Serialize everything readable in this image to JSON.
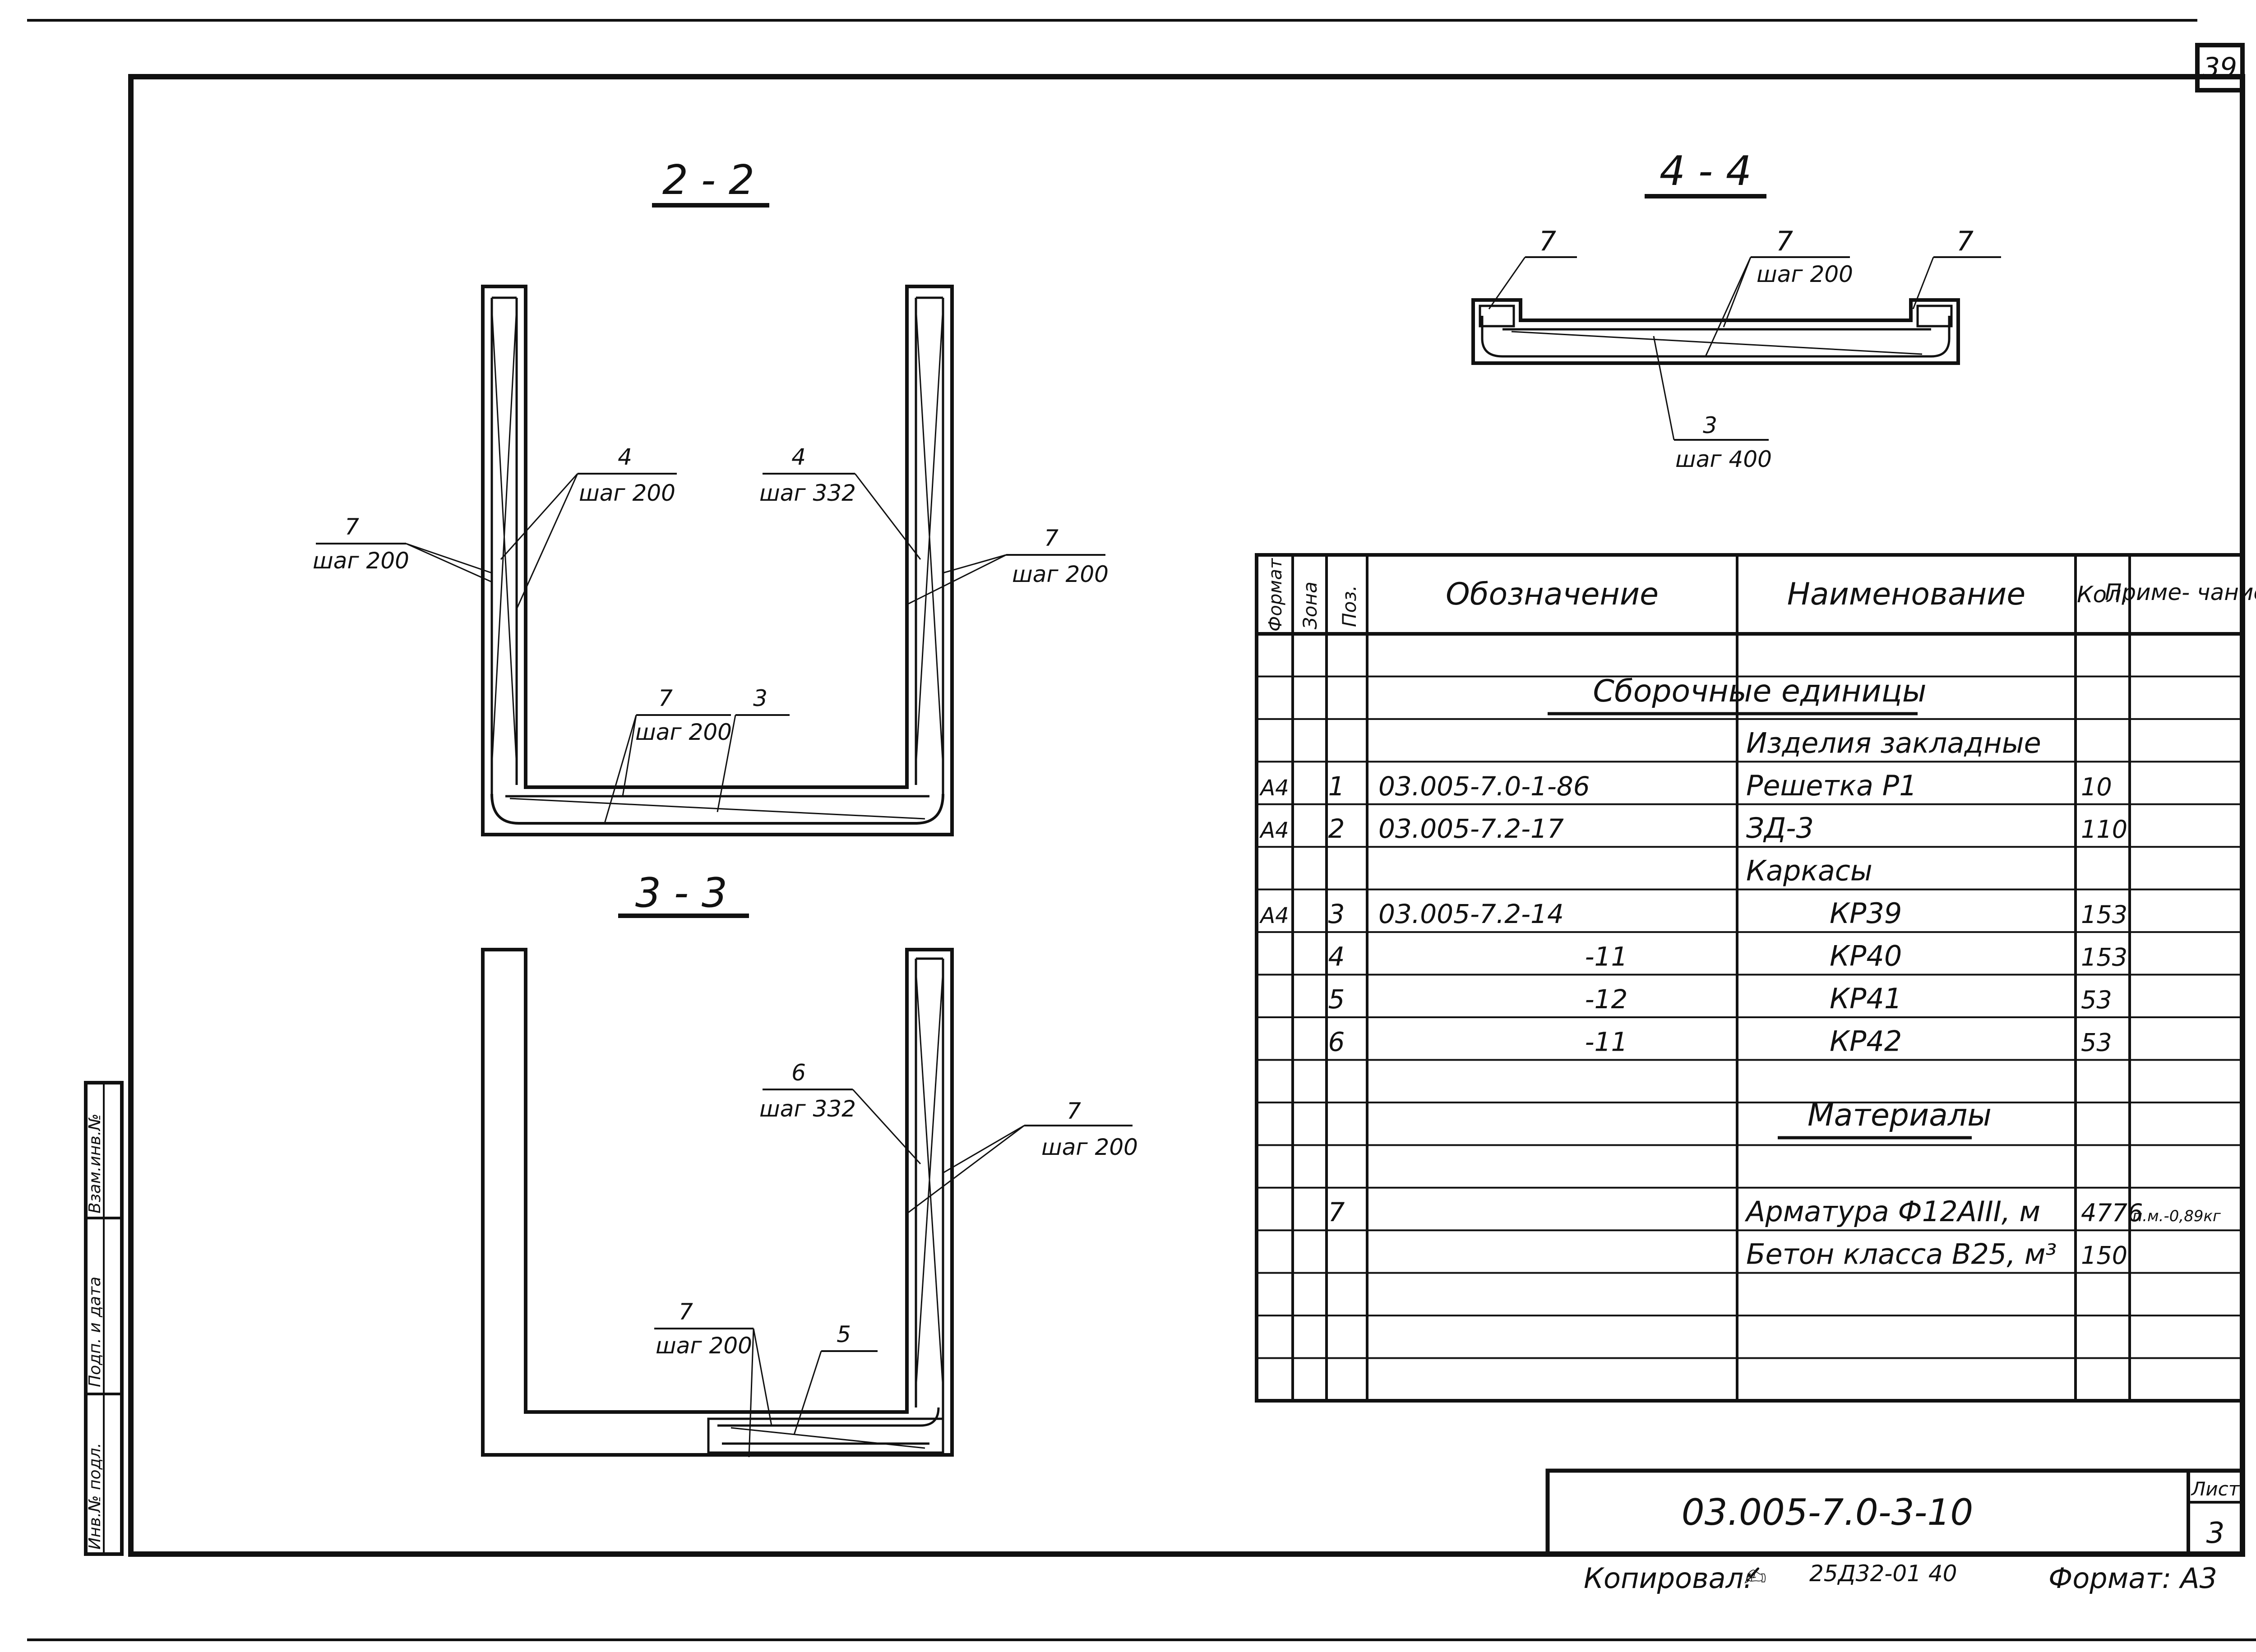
{
  "sheet_number_corner": "39",
  "sections": {
    "s22": {
      "title": "2 - 2",
      "labels": {
        "l4a": {
          "pos": "4",
          "step": "шаг 200"
        },
        "l4b": {
          "pos": "4",
          "step": "шаг 332"
        },
        "l7a": {
          "pos": "7",
          "step": "шаг 200"
        },
        "l7b": {
          "pos": "7",
          "step": "шаг 200"
        },
        "l7c": {
          "pos": "7",
          "step": "шаг 200"
        },
        "l3": {
          "pos": "3"
        }
      }
    },
    "s33": {
      "title": "3 - 3",
      "labels": {
        "l6": {
          "pos": "6",
          "step": "шаг 332"
        },
        "l7a": {
          "pos": "7",
          "step": "шаг 200"
        },
        "l7b": {
          "pos": "7",
          "step": "шаг 200"
        },
        "l5": {
          "pos": "5"
        }
      }
    },
    "s44": {
      "title": "4 - 4",
      "labels": {
        "l7a": {
          "pos": "7"
        },
        "l7b": {
          "pos": "7",
          "step": "шаг 200"
        },
        "l7c": {
          "pos": "7"
        },
        "l3": {
          "pos": "3",
          "step": "шаг 400"
        }
      }
    }
  },
  "spec_table": {
    "headers": {
      "format": "Формат",
      "zone": "Зона",
      "pos": "Поз.",
      "designation": "Обозначение",
      "name": "Наименование",
      "qty": "Кол.",
      "note": "Приме- чание"
    },
    "rows": [
      {
        "format": "",
        "zone": "",
        "pos": "",
        "designation": "",
        "name": "",
        "qty": "",
        "note": ""
      },
      {
        "format": "",
        "zone": "",
        "pos": "",
        "designation": "",
        "name": "",
        "qty": "",
        "note": ""
      },
      {
        "format": "",
        "zone": "",
        "pos": "",
        "designation": "",
        "name": "Изделия закладные",
        "qty": "",
        "note": ""
      },
      {
        "format": "А4",
        "zone": "",
        "pos": "1",
        "designation": "03.005-7.0-1-86",
        "name": "Решетка Р1",
        "qty": "10",
        "note": ""
      },
      {
        "format": "А4",
        "zone": "",
        "pos": "2",
        "designation": "03.005-7.2-17",
        "name": "ЗД-3",
        "qty": "110",
        "note": ""
      },
      {
        "format": "",
        "zone": "",
        "pos": "",
        "designation": "",
        "name": "Каркасы",
        "qty": "",
        "note": ""
      },
      {
        "format": "А4",
        "zone": "",
        "pos": "3",
        "designation": "03.005-7.2-14",
        "name": "КР39",
        "qty": "153",
        "note": ""
      },
      {
        "format": "",
        "zone": "",
        "pos": "4",
        "designation": "-11",
        "name": "КР40",
        "qty": "153",
        "note": ""
      },
      {
        "format": "",
        "zone": "",
        "pos": "5",
        "designation": "-12",
        "name": "КР41",
        "qty": "53",
        "note": ""
      },
      {
        "format": "",
        "zone": "",
        "pos": "6",
        "designation": "-11",
        "name": "КР42",
        "qty": "53",
        "note": ""
      },
      {
        "format": "",
        "zone": "",
        "pos": "",
        "designation": "",
        "name": "",
        "qty": "",
        "note": ""
      },
      {
        "format": "",
        "zone": "",
        "pos": "",
        "designation": "",
        "name": "",
        "qty": "",
        "note": ""
      },
      {
        "format": "",
        "zone": "",
        "pos": "",
        "designation": "",
        "name": "",
        "qty": "",
        "note": ""
      },
      {
        "format": "",
        "zone": "",
        "pos": "7",
        "designation": "",
        "name": "Арматура Ф12АIII, м",
        "qty": "4776",
        "note": "п.м.-0,89кг"
      },
      {
        "format": "",
        "zone": "",
        "pos": "",
        "designation": "",
        "name": "Бетон класса В25, м³",
        "qty": "150",
        "note": ""
      },
      {
        "format": "",
        "zone": "",
        "pos": "",
        "designation": "",
        "name": "",
        "qty": "",
        "note": ""
      },
      {
        "format": "",
        "zone": "",
        "pos": "",
        "designation": "",
        "name": "",
        "qty": "",
        "note": ""
      },
      {
        "format": "",
        "zone": "",
        "pos": "",
        "designation": "",
        "name": "",
        "qty": "",
        "note": ""
      }
    ],
    "group_titles": {
      "assemblies": "Сборочные единицы",
      "materials": "Материалы"
    }
  },
  "title_block": {
    "document_code": "03.005-7.0-3-10",
    "sheet_label": "Лист",
    "sheet_number": "3"
  },
  "side_stamp": {
    "inv_podl": "Инв.№ подл.",
    "podp_data": "Подп. и дата",
    "vzam_inv": "Взам.инв.№"
  },
  "footer": {
    "copied_label": "Копировал:",
    "copied_value": "25Д32-01 40",
    "format_label": "Формат: А3"
  }
}
